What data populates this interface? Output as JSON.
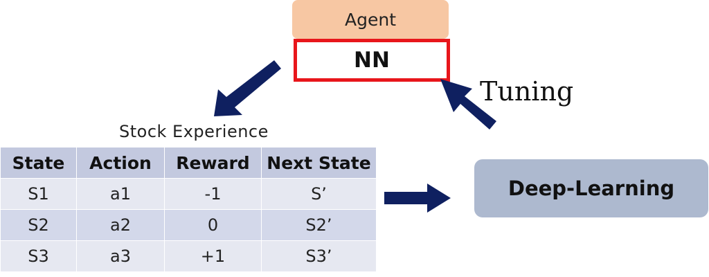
{
  "agent": {
    "label": "Agent",
    "nn_label": "NN"
  },
  "tuning_label": "Tuning",
  "experience": {
    "caption": "Stock Experience",
    "headers": [
      "State",
      "Action",
      "Reward",
      "Next State"
    ],
    "rows": [
      [
        "S1",
        "a1",
        "-1",
        "S’"
      ],
      [
        "S2",
        "a2",
        "0",
        "S2’"
      ],
      [
        "S3",
        "a3",
        "+1",
        "S3’"
      ]
    ]
  },
  "deep_learning_label": "Deep-Learning",
  "colors": {
    "arrow": "#0f2060",
    "agent_fill": "#f7c7a3",
    "nn_border": "#e8161b",
    "deep_learning_fill": "#adb9cf",
    "table_header": "#c3c9df",
    "table_row_light": "#e6e8f1",
    "table_row_dark": "#d3d8ea"
  }
}
